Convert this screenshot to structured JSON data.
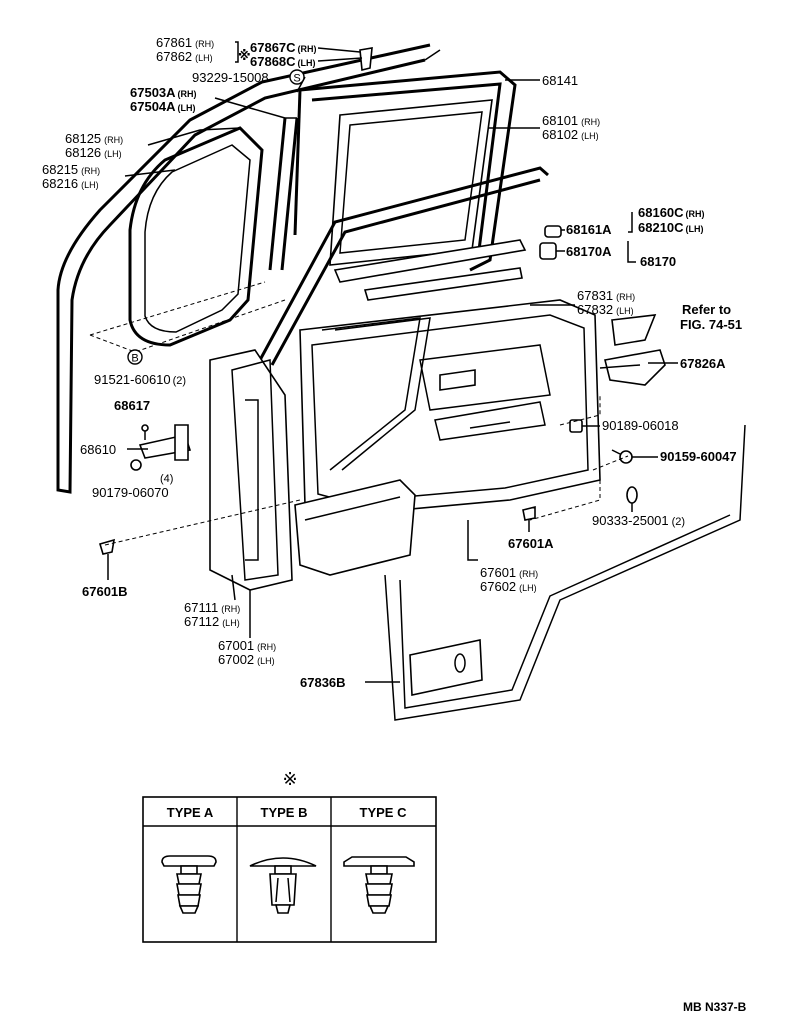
{
  "labels": {
    "p67861": "67861",
    "p67861_side": "(RH)",
    "p67862": "67862",
    "p67862_side": "(LH)",
    "p67867C": "67867C",
    "p67867C_side": "(RH)",
    "p67868C": "67868C",
    "p67868C_side": "(LH)",
    "p93229": "93229-15008",
    "p67503A": "67503A",
    "p67503A_side": "(RH)",
    "p67504A": "67504A",
    "p67504A_side": "(LH)",
    "p68141": "68141",
    "p68125": "68125",
    "p68125_side": "(RH)",
    "p68126": "68126",
    "p68126_side": "(LH)",
    "p68101": "68101",
    "p68101_side": "(RH)",
    "p68102": "68102",
    "p68102_side": "(LH)",
    "p68215": "68215",
    "p68215_side": "(RH)",
    "p68216": "68216",
    "p68216_side": "(LH)",
    "p68160C": "68160C",
    "p68160C_side": "(RH)",
    "p68161A": "68161A",
    "p68210C": "68210C",
    "p68210C_side": "(LH)",
    "p68170A": "68170A",
    "p68170": "68170",
    "p67831": "67831",
    "p67831_side": "(RH)",
    "p67832": "67832",
    "p67832_side": "(LH)",
    "refer1": "Refer to",
    "refer2": "FIG. 74-51",
    "p67826A": "67826A",
    "p91521": "91521-60610",
    "p91521_qty": "(2)",
    "p68617": "68617",
    "p68610": "68610",
    "p90189": "90189-06018",
    "p90159": "90159-60047",
    "p90179_qty": "(4)",
    "p90179": "90179-06070",
    "p90333": "90333-25001",
    "p90333_qty": "(2)",
    "p67601A": "67601A",
    "p67601B": "67601B",
    "p67601": "67601",
    "p67601_side": "(RH)",
    "p67602": "67602",
    "p67602_side": "(LH)",
    "p67111": "67111",
    "p67111_side": "(RH)",
    "p67112": "67112",
    "p67112_side": "(LH)",
    "p67001": "67001",
    "p67001_side": "(RH)",
    "p67002": "67002",
    "p67002_side": "(LH)",
    "p67836B": "67836B",
    "callout_b": "B",
    "callout_s": "S",
    "star": "※"
  },
  "type_table": {
    "star": "※",
    "headers": [
      "TYPE A",
      "TYPE B",
      "TYPE C"
    ]
  },
  "diagram_code": "MB N337-B"
}
